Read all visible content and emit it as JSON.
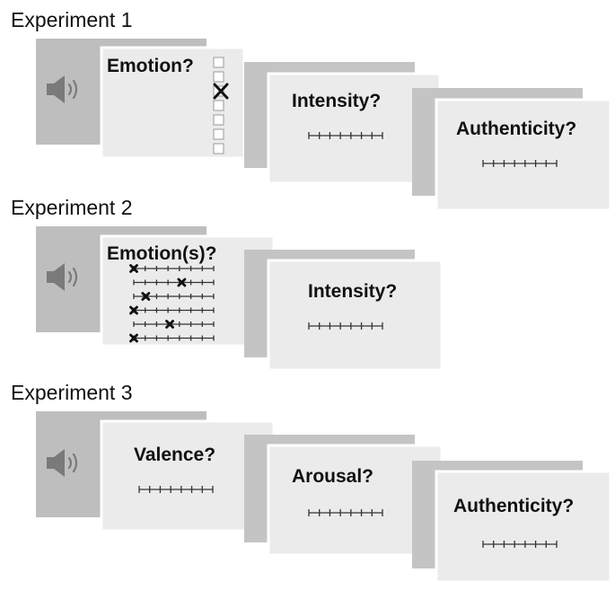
{
  "experiments": [
    {
      "title": "Experiment 1",
      "questions": [
        "Emotion?",
        "Intensity?",
        "Authenticity?"
      ],
      "emotion_checkbox_count": 7,
      "emotion_checked_index": 2
    },
    {
      "title": "Experiment 2",
      "questions": [
        "Emotion(s)?",
        "Intensity?"
      ],
      "emotion_scale_rows": 6,
      "emotion_marks": [
        0.0,
        0.6,
        0.15,
        0.0,
        0.45,
        0.0
      ]
    },
    {
      "title": "Experiment 3",
      "questions": [
        "Valence?",
        "Arousal?",
        "Authenticity?"
      ]
    }
  ],
  "icons": {
    "speaker": "speaker-icon"
  },
  "colors": {
    "sound_card": "#bebebe",
    "card_shadow": "#c4c4c4",
    "card_face": "#ebebeb",
    "icon": "#7a7a7a"
  }
}
